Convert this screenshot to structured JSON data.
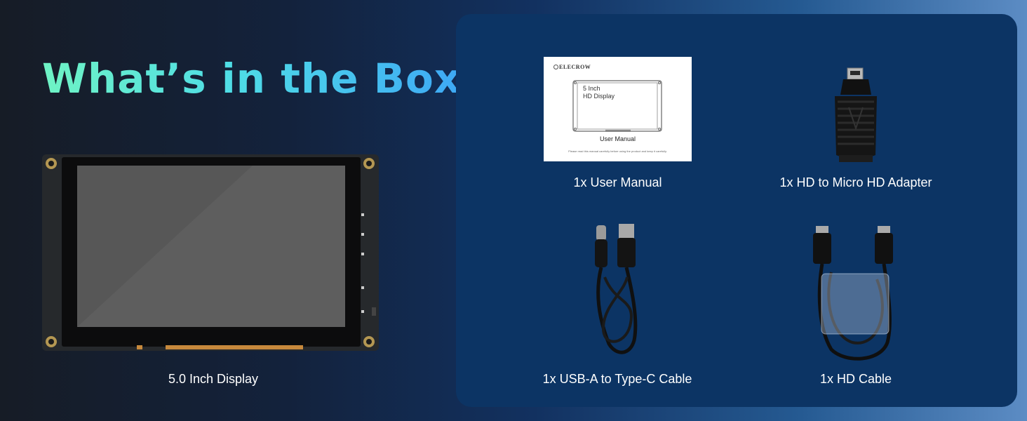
{
  "heading": "What’s in the Box",
  "items": {
    "display": {
      "caption": "5.0 Inch Display"
    },
    "manual": {
      "caption": "1x User Manual",
      "brand": "ELECROW",
      "product_title": "5 Inch\nHD Display",
      "manual_label": "User Manual",
      "note": "Please read this manual carefully before using the product and keep it carefully."
    },
    "adapter": {
      "caption": "1x HD to Micro HD Adapter"
    },
    "usb_cable": {
      "caption": "1x USB-A to Type-C Cable"
    },
    "hd_cable": {
      "caption": "1x HD Cable"
    }
  },
  "colors": {
    "heading_gradient_start": "#6ff3c4",
    "heading_gradient_end": "#3ea9f5",
    "panel": "#0c3464",
    "caption_text": "#ffffff"
  }
}
